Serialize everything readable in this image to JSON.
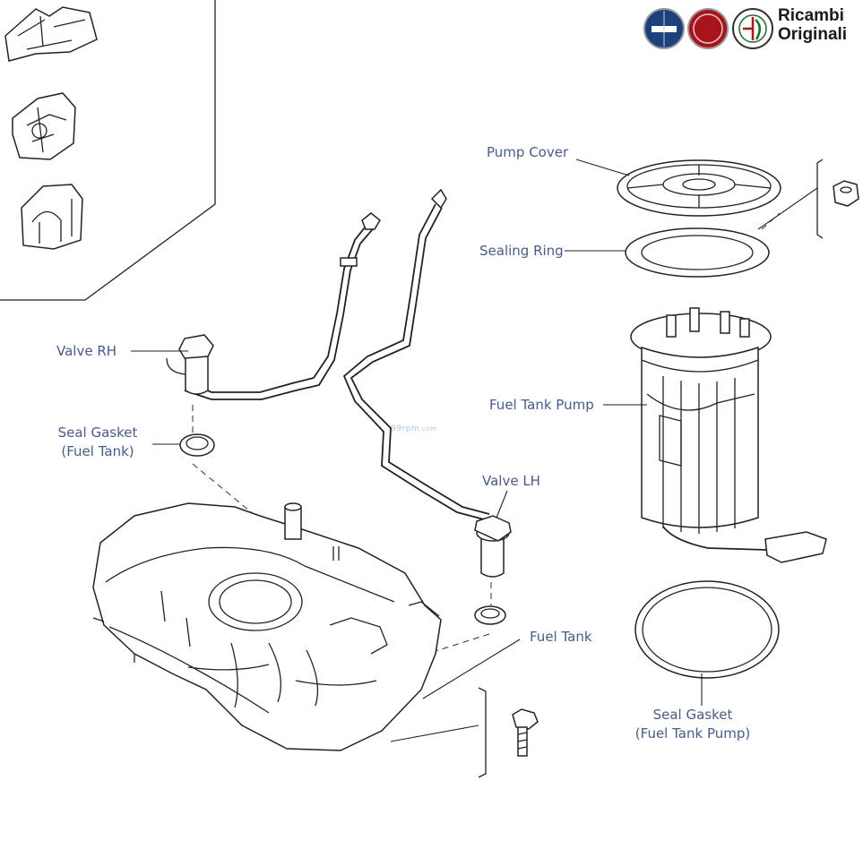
{
  "brand": {
    "title_line1": "Ricambi",
    "title_line2": "Originali",
    "logos": [
      "lancia-badge",
      "fiat-badge",
      "alfa-romeo-badge"
    ],
    "colors": {
      "lancia": "#1d3f7a",
      "fiat": "#a8141c",
      "alfa": "#1a6b2e"
    }
  },
  "watermark": {
    "main": "99rpm",
    "suffix": ".com"
  },
  "labels": {
    "pump_cover": "Pump Cover",
    "sealing_ring": "Sealing Ring",
    "valve_rh": "Valve RH",
    "seal_gasket_tank_l1": "Seal Gasket",
    "seal_gasket_tank_l2": "(Fuel Tank)",
    "fuel_tank_pump": "Fuel Tank Pump",
    "valve_lh": "Valve LH",
    "fuel_tank": "Fuel Tank",
    "seal_gasket_pump_l1": "Seal Gasket",
    "seal_gasket_pump_l2": "(Fuel Tank Pump)"
  },
  "colors": {
    "label_text": "#4a5a8a",
    "line_art": "#222222"
  }
}
